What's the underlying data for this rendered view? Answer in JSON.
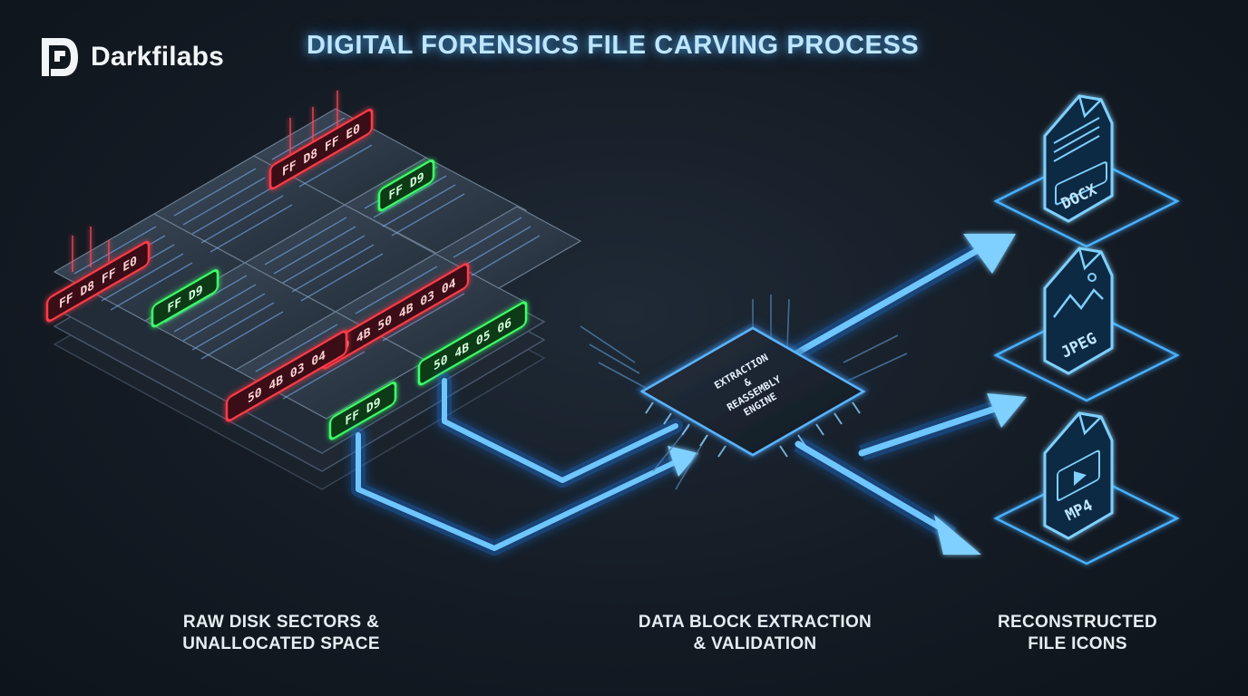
{
  "brand": {
    "name": "Darkfilabs"
  },
  "title": "DIGITAL FORENSICS FILE CARVING PROCESS",
  "colors": {
    "header_marker": "#ff3b4a",
    "footer_marker": "#3dff6a",
    "flow_blue": "#3aa8ff",
    "background": "#141b24"
  },
  "markers": {
    "jpeg_header": "FF D8 FF E0",
    "jpeg_footer": "FF D9",
    "zip_header": "50 4B 03 04",
    "zip_header_long": "50 4B 50 4B 03 04",
    "zip_footer": "50 4B 05 06"
  },
  "engine": {
    "line1": "EXTRACTION",
    "line2": "&",
    "line3": "REASSEMBLY",
    "line4": "ENGINE"
  },
  "files": [
    {
      "label": "DOCX",
      "icon": "document-icon"
    },
    {
      "label": "JPEG",
      "icon": "image-icon"
    },
    {
      "label": "MP4",
      "icon": "video-icon"
    }
  ],
  "stages": [
    {
      "line1": "RAW DISK SECTORS &",
      "line2": "UNALLOCATED SPACE"
    },
    {
      "line1": "DATA BLOCK EXTRACTION",
      "line2": "& VALIDATION"
    },
    {
      "line1": "RECONSTRUCTED",
      "line2": "FILE ICONS"
    }
  ]
}
